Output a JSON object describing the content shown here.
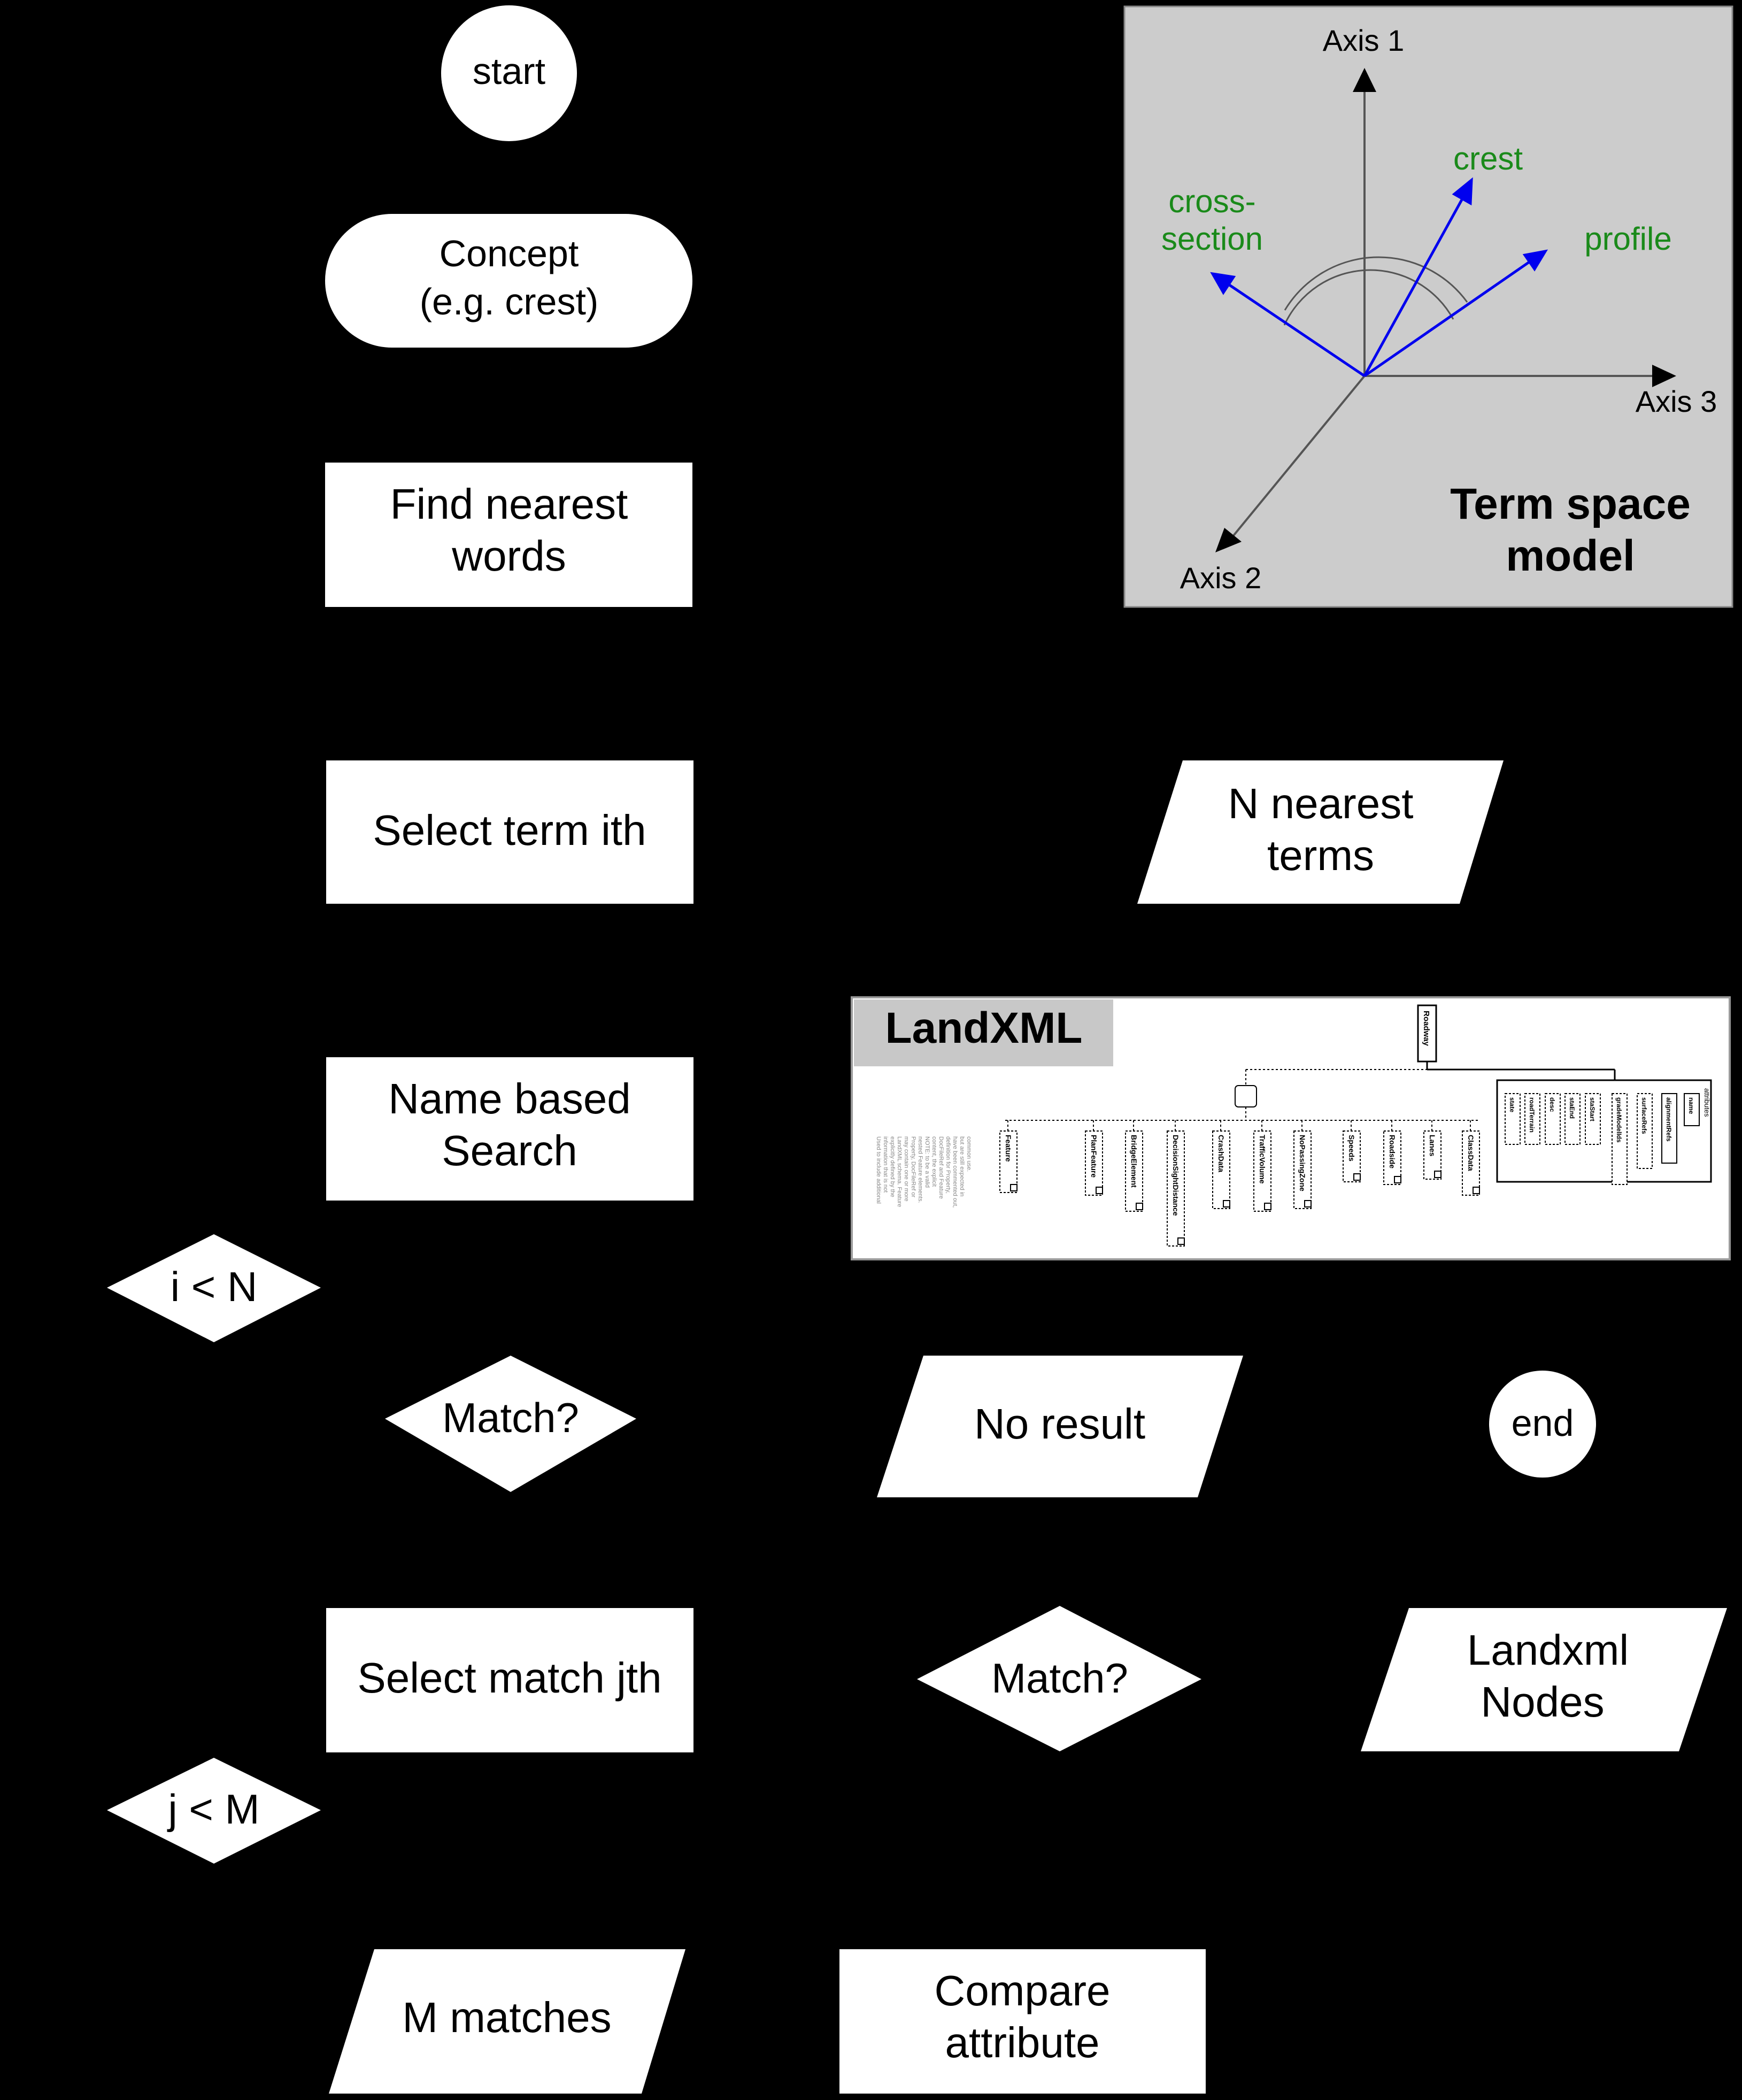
{
  "flowchart": {
    "start": "start",
    "concept": [
      "Concept",
      "(e.g. crest)"
    ],
    "find_nearest": [
      "Find nearest",
      "words"
    ],
    "select_term": "Select term ith",
    "name_search": [
      "Name based",
      "Search"
    ],
    "i_lt_n": "i < N",
    "match1": "Match?",
    "select_match": "Select match jth",
    "j_lt_m": "j < M",
    "m_matches": "M matches",
    "compare": [
      "Compare",
      "attribute"
    ],
    "n_nearest": [
      "N nearest",
      "terms"
    ],
    "no_result": "No result",
    "end": "end",
    "match2": "Match?",
    "landxml_nodes": [
      "Landxml",
      "Nodes"
    ]
  },
  "term_space": {
    "axis1": "Axis 1",
    "axis2": "Axis 2",
    "axis3": "Axis 3",
    "terms": [
      "crest",
      "cross-",
      "section",
      "profile"
    ],
    "title": [
      "Term space",
      "model"
    ],
    "term_color": "#1a8a1a",
    "vector_color": "#0000ee"
  },
  "landxml": {
    "title": "LandXML",
    "root": "Roadway",
    "attributes_label": "attributes",
    "attributes": [
      "state",
      "roadTerrain",
      "desc",
      "staEnd",
      "staStart",
      "gradeModelIds",
      "surfaceRefs",
      "alignmentRefs",
      "name"
    ],
    "children": [
      "Feature",
      "PlanFeature",
      "BridgeElement",
      "DecisionSightDistance",
      "CrashData",
      "TrafficVolume",
      "NoPassingZone",
      "Speeds",
      "Roadside",
      "Lanes",
      "ClassData"
    ],
    "description": [
      "Used to include additional",
      "information that is not",
      "explicitly defined by the",
      "LandXML schema. Feature",
      "may contain one or more",
      "Property, DocFileRef or",
      "nested Feature elements.",
      "NOTE: to be a valid",
      "content, the explicit",
      "DocFileRef and Feature",
      "definition for Property,",
      "have been commented out,",
      "but are still expected in",
      "common use."
    ]
  }
}
